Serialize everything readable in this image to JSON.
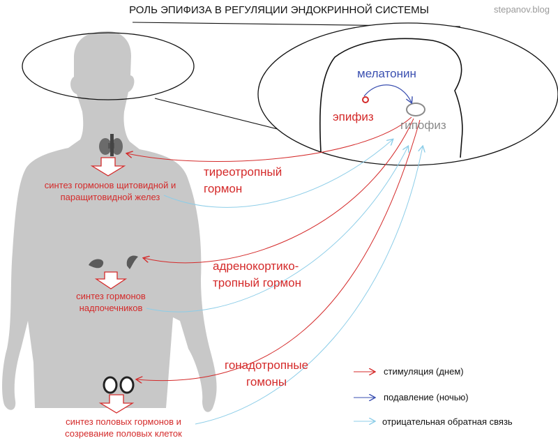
{
  "title": "РОЛЬ ЭПИФИЗА В РЕГУЛЯЦИИ ЭНДОКРИННОЙ СИСТЕМЫ",
  "watermark": "stepanov.blog",
  "brain": {
    "melatonin": "мелатонин",
    "epiphysis": "эпифиз",
    "pituitary": "гипофиз"
  },
  "hormones": {
    "thyrotropic_1": "тиреотропный",
    "thyrotropic_2": "гормон",
    "adreno_1": "адренокортико-",
    "adreno_2": "тропный гормон",
    "gonado_1": "гонадотропные",
    "gonado_2": "гомоны"
  },
  "synthesis": {
    "thyroid_1": "синтез гормонов щитовидной и",
    "thyroid_2": "паращитовидной желез",
    "adrenal_1": "синтез гормонов",
    "adrenal_2": "надпочечников",
    "gonad_1": "синтез половых гормонов и",
    "gonad_2": "созревание половых клеток"
  },
  "legend": {
    "stimulation": "стимуляция (днем)",
    "suppression": "подавление (ночью)",
    "feedback": "отрицательная обратная связь"
  },
  "colors": {
    "stimulation": "#d42a2a",
    "suppression": "#3a4fb0",
    "feedback": "#8ccde8",
    "body": "#c8c8c8",
    "pituitary_text": "#8a8a8a"
  }
}
